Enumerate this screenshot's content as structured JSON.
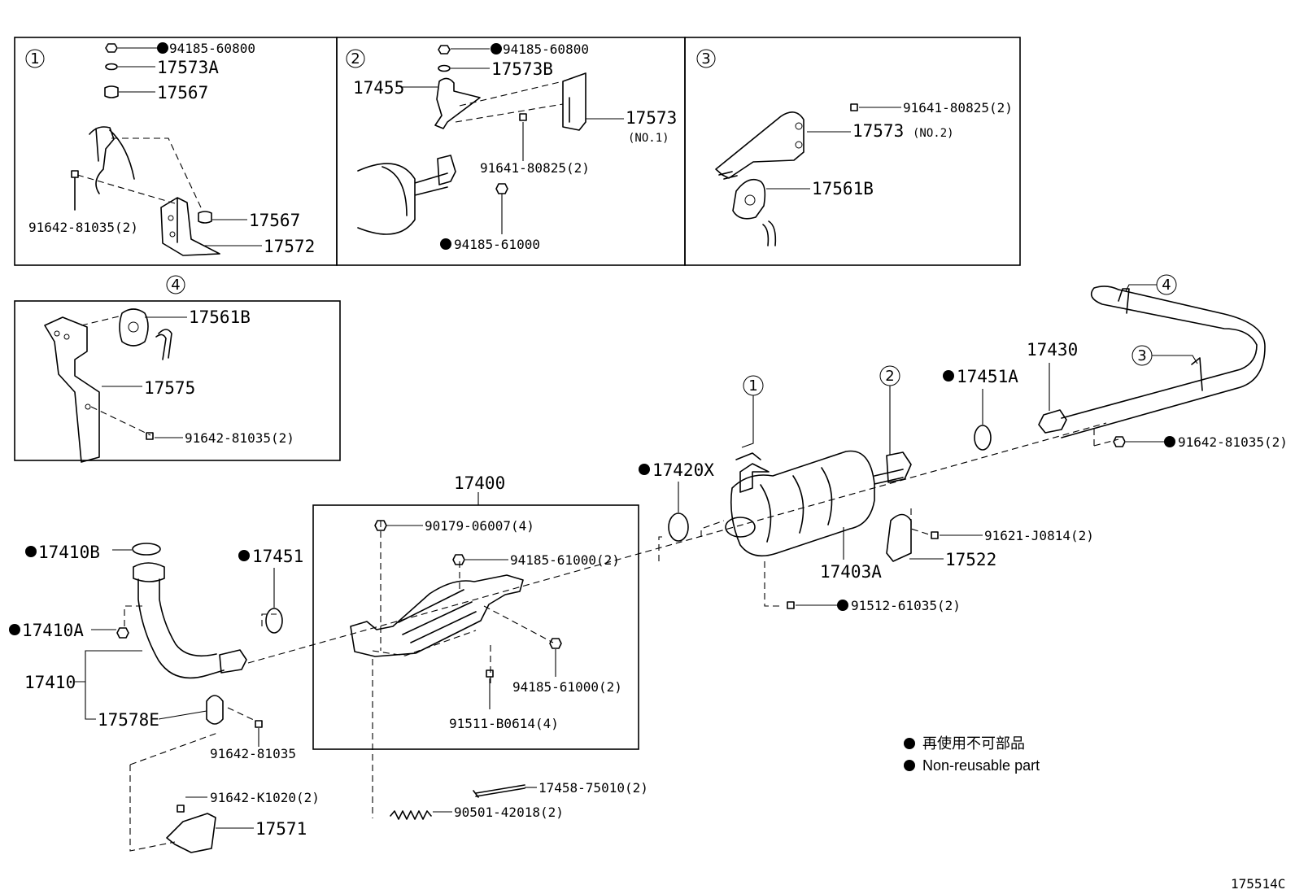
{
  "legend": {
    "japanese": "再使用不可部品",
    "english": "Non-reusable part"
  },
  "catalog_number": "175514C",
  "detail_boxes": [
    {
      "number": "1",
      "parts": [
        "94185-60800",
        "17573A",
        "17567",
        "17567",
        "17572",
        "91642-81035(2)"
      ]
    },
    {
      "number": "2",
      "parts": [
        "94185-60800",
        "17573B",
        "17455",
        "17573",
        "(NO.1)",
        "91641-80825(2)",
        "94185-61000"
      ]
    },
    {
      "number": "3",
      "parts": [
        "91641-80825(2)",
        "17573",
        "(NO.2)",
        "17561B"
      ]
    },
    {
      "number": "4",
      "parts": [
        "17561B",
        "17575",
        "91642-81035(2)"
      ]
    }
  ],
  "main_parts": {
    "p17400": "17400",
    "p17410B": "17410B",
    "p17410A": "17410A",
    "p17410": "17410",
    "p17451": "17451",
    "p17578E": "17578E",
    "p91642_81035": "91642-81035",
    "p91642_K1020": "91642-K1020(2)",
    "p17571": "17571",
    "p90179": "90179-06007(4)",
    "p94185_61000a": "94185-61000(2)",
    "p94185_61000b": "94185-61000(2)",
    "p91511": "91511-B0614(4)",
    "p17458": "17458-75010(2)",
    "p90501": "90501-42018(2)",
    "p17420X": "17420X",
    "p17403A": "17403A",
    "p91512": "91512-61035(2)",
    "p91621": "91621-J0814(2)",
    "p17522": "17522",
    "p17451A": "17451A",
    "p17430": "17430",
    "p91642_81035_2": "91642-81035(2)"
  },
  "callout_numbers": [
    "1",
    "2",
    "3",
    "4"
  ]
}
